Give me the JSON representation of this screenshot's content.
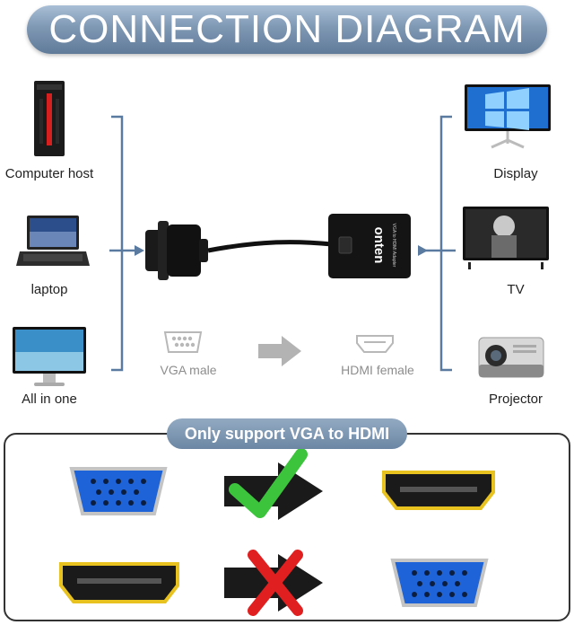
{
  "title": "CONNECTION DIAGRAM",
  "sources": [
    {
      "label": "Computer host",
      "icon": "computer-tower-icon"
    },
    {
      "label": "laptop",
      "icon": "laptop-icon"
    },
    {
      "label": "All in one",
      "icon": "all-in-one-pc-icon"
    }
  ],
  "outputs": [
    {
      "label": "Display",
      "icon": "monitor-icon"
    },
    {
      "label": "TV",
      "icon": "tv-icon"
    },
    {
      "label": "Projector",
      "icon": "projector-icon"
    }
  ],
  "adapter": {
    "brand": "onten",
    "model_text": "VGA to HDMI Adapter"
  },
  "ports": {
    "input_label": "VGA male",
    "output_label": "HDMI female"
  },
  "support_note": "Only support VGA to HDMI",
  "colors": {
    "banner": "#7e97b3",
    "bracket": "#5b7aa0",
    "check": "#3cc43c",
    "cross": "#e02020",
    "vga_blue": "#1f63d8",
    "hdmi_gold": "#e8c21e"
  }
}
